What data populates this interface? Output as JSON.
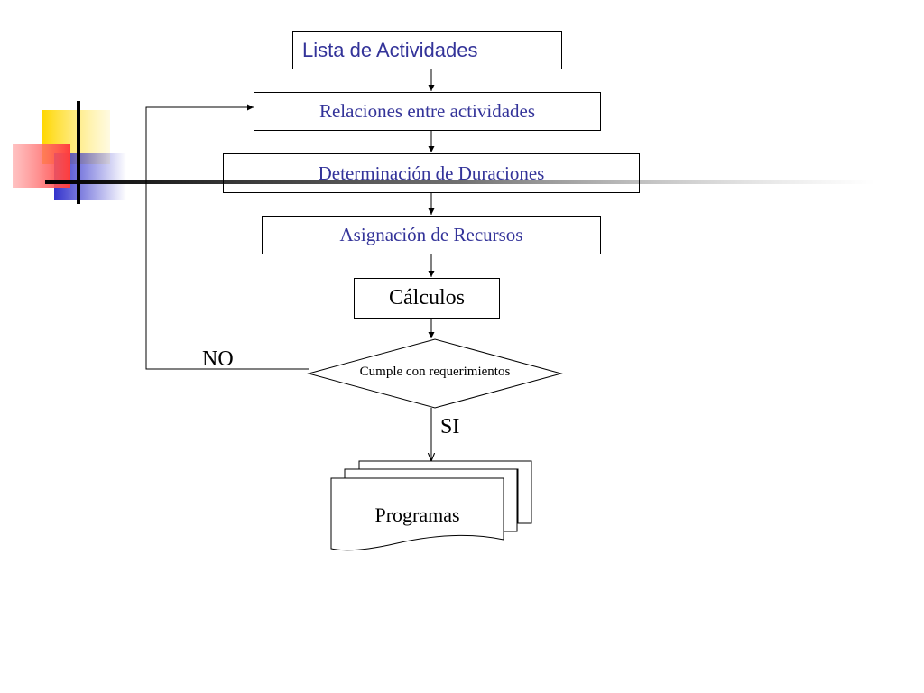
{
  "flowchart": {
    "steps": [
      "Lista de Actividades",
      "Relaciones entre actividades",
      "Determinación de Duraciones",
      "Asignación de Recursos",
      "Cálculos"
    ],
    "decision": "Cumple con requerimientos",
    "no_label": "NO",
    "yes_label": "SI",
    "output": "Programas"
  },
  "colors": {
    "step_text": "#333399",
    "line": "#000000",
    "deco_yellow": "#ffd700",
    "deco_red": "#ff4d4d",
    "deco_blue": "#3333cc"
  }
}
